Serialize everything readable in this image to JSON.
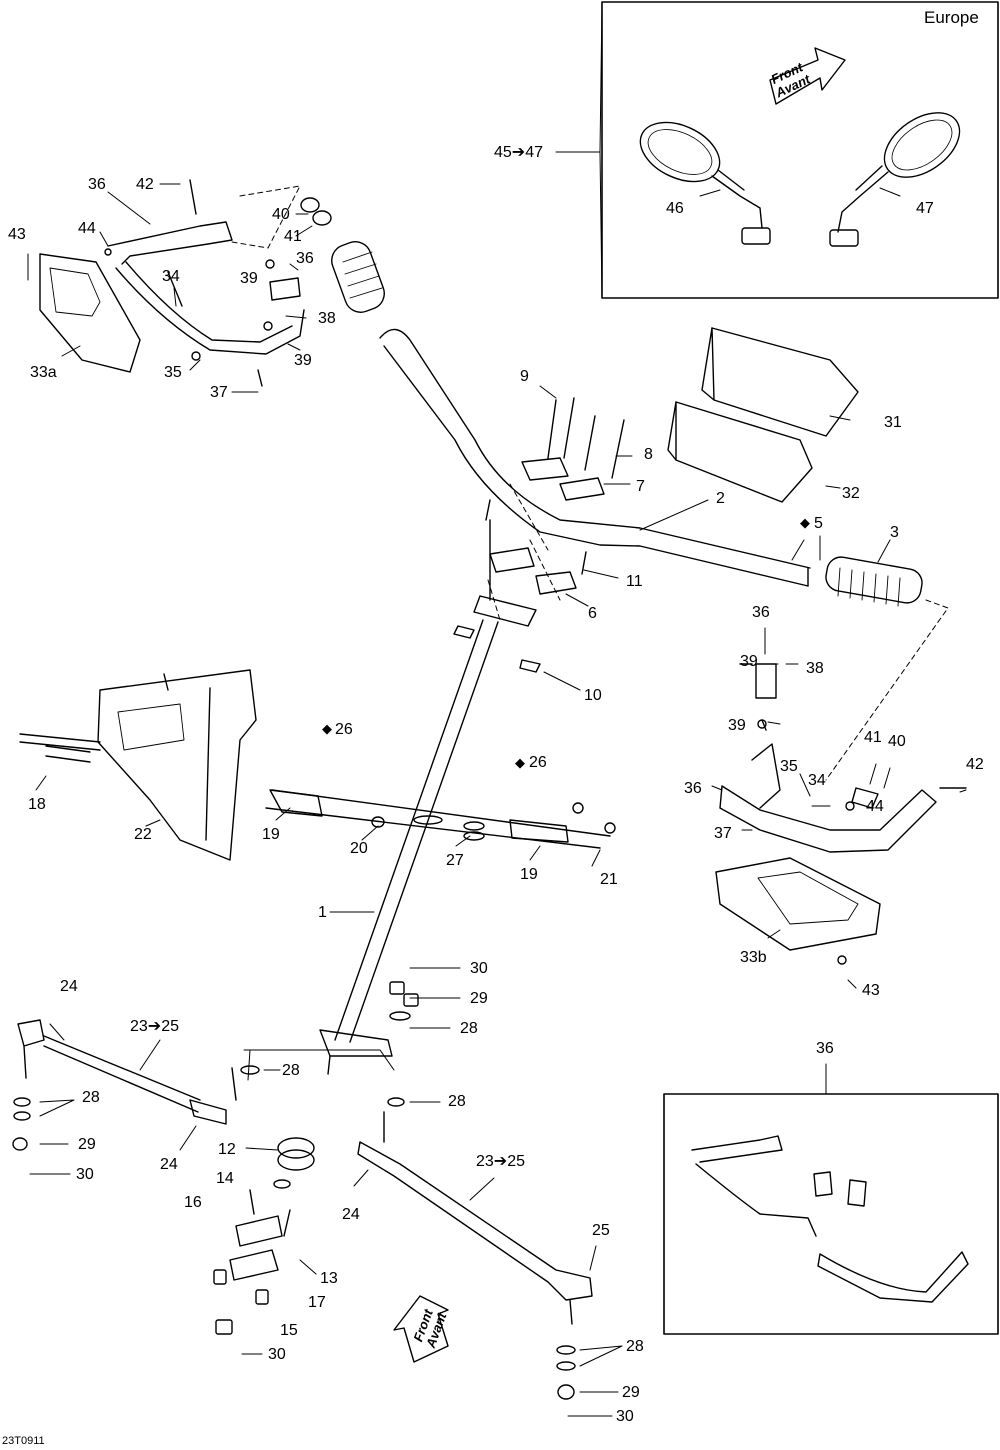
{
  "region_label": "Europe",
  "doc_id": "23T0911",
  "front_arrow": {
    "line1": "Front",
    "line2": "Avant"
  },
  "drop_symbol": "◆",
  "callouts": [
    {
      "id": "c1",
      "text": "1"
    },
    {
      "id": "c2",
      "text": "2"
    },
    {
      "id": "c3",
      "text": "3"
    },
    {
      "id": "c5",
      "text": "5"
    },
    {
      "id": "c6",
      "text": "6"
    },
    {
      "id": "c7",
      "text": "7"
    },
    {
      "id": "c8",
      "text": "8"
    },
    {
      "id": "c9",
      "text": "9"
    },
    {
      "id": "c10",
      "text": "10"
    },
    {
      "id": "c11",
      "text": "11"
    },
    {
      "id": "c12",
      "text": "12"
    },
    {
      "id": "c13",
      "text": "13"
    },
    {
      "id": "c14",
      "text": "14"
    },
    {
      "id": "c15",
      "text": "15"
    },
    {
      "id": "c16",
      "text": "16"
    },
    {
      "id": "c17",
      "text": "17"
    },
    {
      "id": "c18",
      "text": "18"
    },
    {
      "id": "c19a",
      "text": "19"
    },
    {
      "id": "c19b",
      "text": "19"
    },
    {
      "id": "c20",
      "text": "20"
    },
    {
      "id": "c21",
      "text": "21"
    },
    {
      "id": "c22",
      "text": "22"
    },
    {
      "id": "c2325a",
      "text": "23➔25"
    },
    {
      "id": "c2325b",
      "text": "23➔25"
    },
    {
      "id": "c24a",
      "text": "24"
    },
    {
      "id": "c24b",
      "text": "24"
    },
    {
      "id": "c24c",
      "text": "24"
    },
    {
      "id": "c25",
      "text": "25"
    },
    {
      "id": "c26a",
      "text": "26"
    },
    {
      "id": "c26b",
      "text": "26"
    },
    {
      "id": "c27",
      "text": "27"
    },
    {
      "id": "c28a",
      "text": "28"
    },
    {
      "id": "c28b",
      "text": "28"
    },
    {
      "id": "c28c",
      "text": "28"
    },
    {
      "id": "c28d",
      "text": "28"
    },
    {
      "id": "c28e",
      "text": "28"
    },
    {
      "id": "c29a",
      "text": "29"
    },
    {
      "id": "c29b",
      "text": "29"
    },
    {
      "id": "c29c",
      "text": "29"
    },
    {
      "id": "c30a",
      "text": "30"
    },
    {
      "id": "c30b",
      "text": "30"
    },
    {
      "id": "c30c",
      "text": "30"
    },
    {
      "id": "c30d",
      "text": "30"
    },
    {
      "id": "c31",
      "text": "31"
    },
    {
      "id": "c32",
      "text": "32"
    },
    {
      "id": "c33a",
      "text": "33a"
    },
    {
      "id": "c33b",
      "text": "33b"
    },
    {
      "id": "c34a",
      "text": "34"
    },
    {
      "id": "c34b",
      "text": "34"
    },
    {
      "id": "c35a",
      "text": "35"
    },
    {
      "id": "c35b",
      "text": "35"
    },
    {
      "id": "c36a",
      "text": "36"
    },
    {
      "id": "c36b",
      "text": "36"
    },
    {
      "id": "c36c",
      "text": "36"
    },
    {
      "id": "c36d",
      "text": "36"
    },
    {
      "id": "c36e",
      "text": "36"
    },
    {
      "id": "c37a",
      "text": "37"
    },
    {
      "id": "c37b",
      "text": "37"
    },
    {
      "id": "c38a",
      "text": "38"
    },
    {
      "id": "c38b",
      "text": "38"
    },
    {
      "id": "c39a",
      "text": "39"
    },
    {
      "id": "c39b",
      "text": "39"
    },
    {
      "id": "c39c",
      "text": "39"
    },
    {
      "id": "c39d",
      "text": "39"
    },
    {
      "id": "c40a",
      "text": "40"
    },
    {
      "id": "c40b",
      "text": "40"
    },
    {
      "id": "c41a",
      "text": "41"
    },
    {
      "id": "c41b",
      "text": "41"
    },
    {
      "id": "c42a",
      "text": "42"
    },
    {
      "id": "c42b",
      "text": "42"
    },
    {
      "id": "c43a",
      "text": "43"
    },
    {
      "id": "c43b",
      "text": "43"
    },
    {
      "id": "c44a",
      "text": "44"
    },
    {
      "id": "c44b",
      "text": "44"
    },
    {
      "id": "c4547",
      "text": "45➔47"
    },
    {
      "id": "c46",
      "text": "46"
    },
    {
      "id": "c47",
      "text": "47"
    }
  ]
}
